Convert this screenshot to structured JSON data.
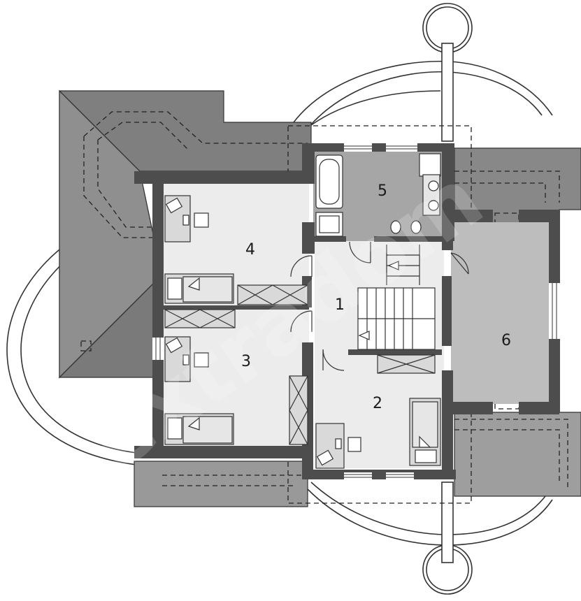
{
  "plan": {
    "rooms": [
      {
        "id": "1",
        "label": "1"
      },
      {
        "id": "2",
        "label": "2"
      },
      {
        "id": "3",
        "label": "3"
      },
      {
        "id": "4",
        "label": "4"
      },
      {
        "id": "5",
        "label": "5"
      },
      {
        "id": "6",
        "label": "6"
      }
    ],
    "watermark": "extradom",
    "colors": {
      "wall": "#4d4d4d",
      "roof_dark": "#7a7a7a",
      "roof_mid": "#8c8c8c",
      "roof_light": "#a8a8a8",
      "floor": "#ececec",
      "bath": "#a3a3a3",
      "room6": "#b9b9b9",
      "outline": "#333333"
    }
  }
}
